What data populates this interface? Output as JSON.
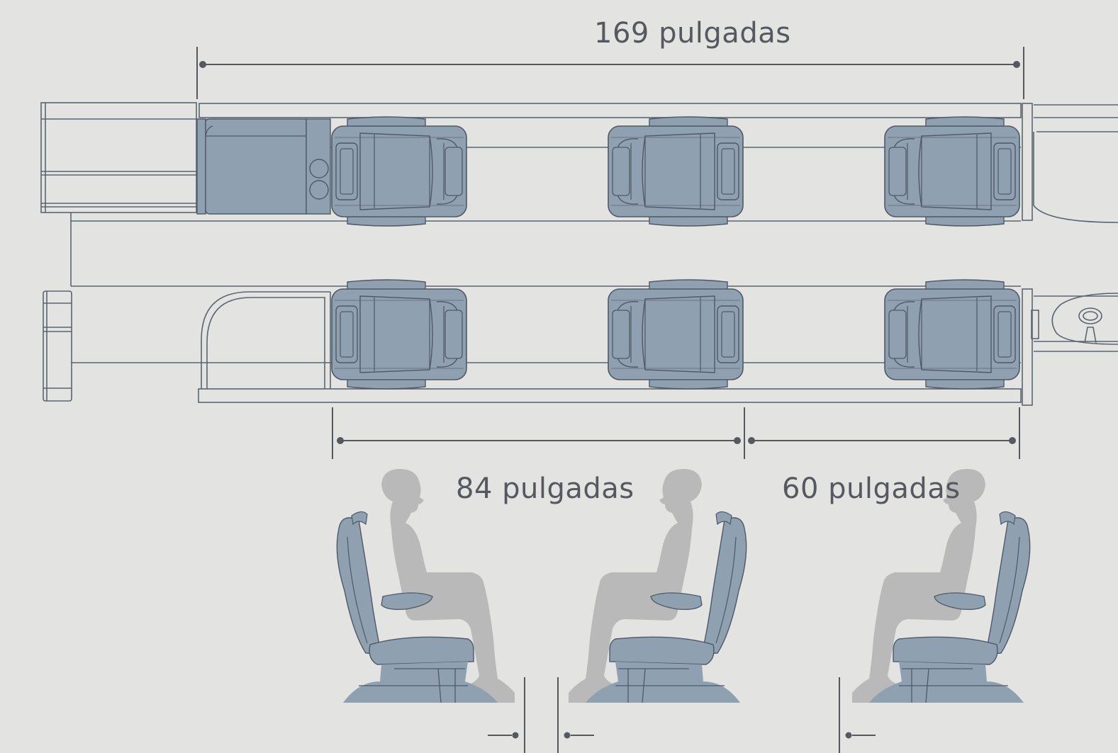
{
  "diagram": {
    "title": "",
    "dimensions": {
      "total_label": "169 pulgadas",
      "pitch_a_label": "84 pulgadas",
      "pitch_b_label": "60 pulgadas"
    },
    "colors": {
      "background": "#e3e3e1",
      "seat_fill": "#8fa0b0",
      "outline": "#4f5966",
      "silhouette": "#b9b9b9",
      "dimension_line": "#55595f"
    },
    "icons": [
      "seat-icon",
      "person-silhouette-icon",
      "cupholder-icon",
      "lavatory-icon"
    ]
  }
}
